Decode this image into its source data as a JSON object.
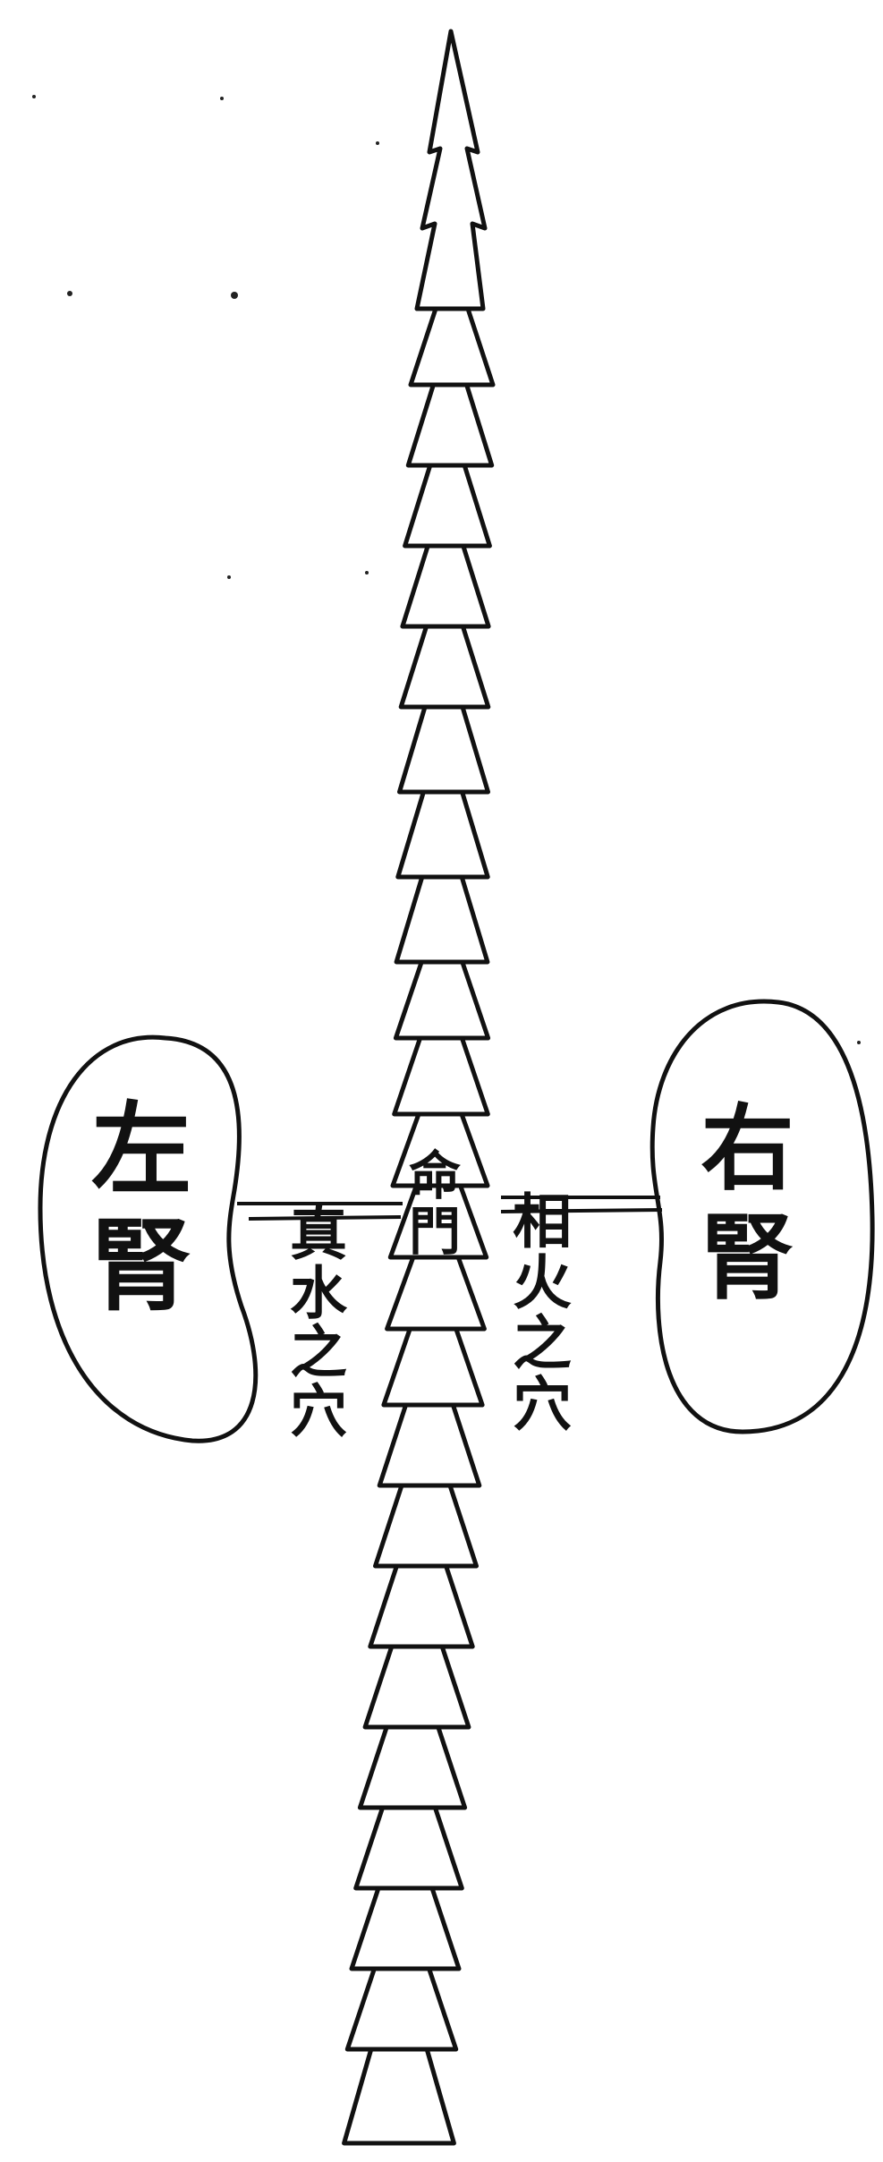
{
  "diagram": {
    "kidney_left": "左腎",
    "kidney_right": "右腎",
    "mingmen": "命門",
    "water_label": "真水之穴",
    "fire_label": "相火之穴",
    "line_color": "#111111",
    "background": "#ffffff"
  }
}
